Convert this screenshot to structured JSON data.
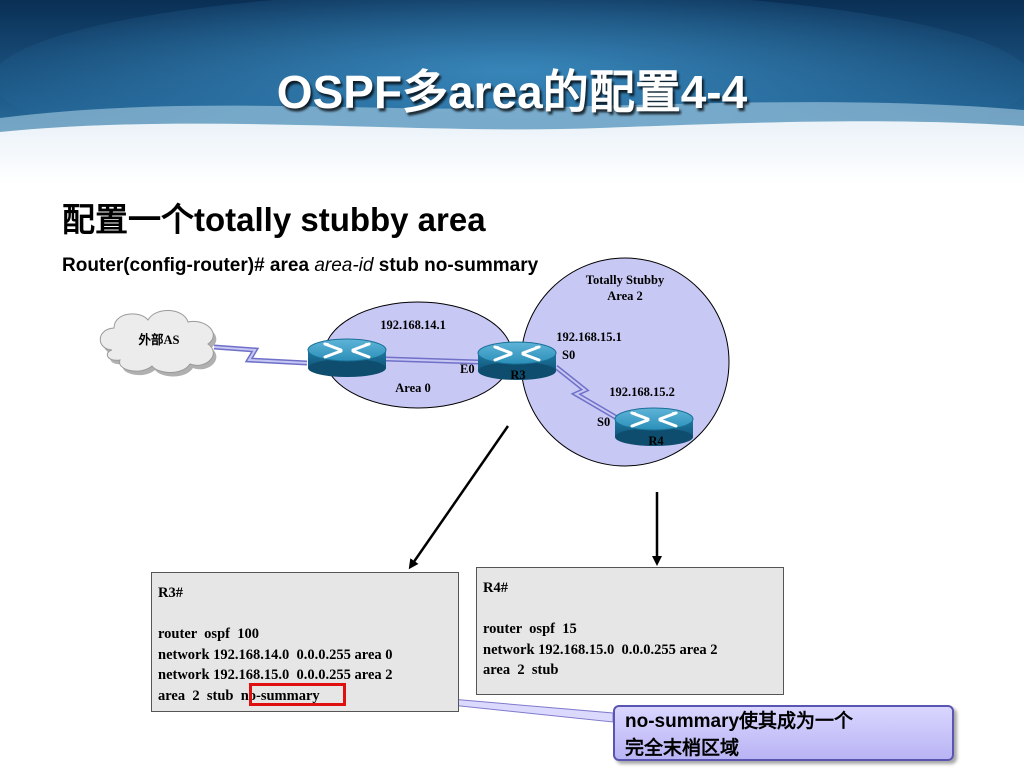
{
  "title": "OSPF多area的配置4-4",
  "heading": "配置一个totally stubby area",
  "command": {
    "prefix": "Router(config-router)# area ",
    "arg": "area-id",
    "suffix": " stub no-summary"
  },
  "topology": {
    "cloud_label": "外部AS",
    "area0": {
      "label": "Area 0",
      "ip": "192.168.14.1",
      "iface": "E0"
    },
    "area2": {
      "label_line1": "Totally Stubby",
      "label_line2": "Area 2"
    },
    "r3": {
      "label": "R3",
      "ip": "192.168.15.1",
      "iface": "S0"
    },
    "r4": {
      "label": "R4",
      "ip": "192.168.15.2",
      "iface": "S0"
    }
  },
  "r3_config": {
    "lines": [
      "R3#",
      "",
      "router  ospf  100",
      "network 192.168.14.0  0.0.0.255 area 0",
      "network 192.168.15.0  0.0.0.255 area 2",
      "area  2  stub  no-summary"
    ]
  },
  "r4_config": {
    "lines": [
      "R4#",
      "",
      "router  ospf  15",
      "network 192.168.15.0  0.0.0.255 area 2",
      "area  2  stub"
    ]
  },
  "note": {
    "line1": "no-summary使其成为一个",
    "line2": "完全末梢区域"
  },
  "colors": {
    "banner": "#0f3d66",
    "area_fill": "#c8c8f4",
    "router": "#2a8fb8",
    "link": "#8a8ad8",
    "highlight": "#e01010"
  }
}
